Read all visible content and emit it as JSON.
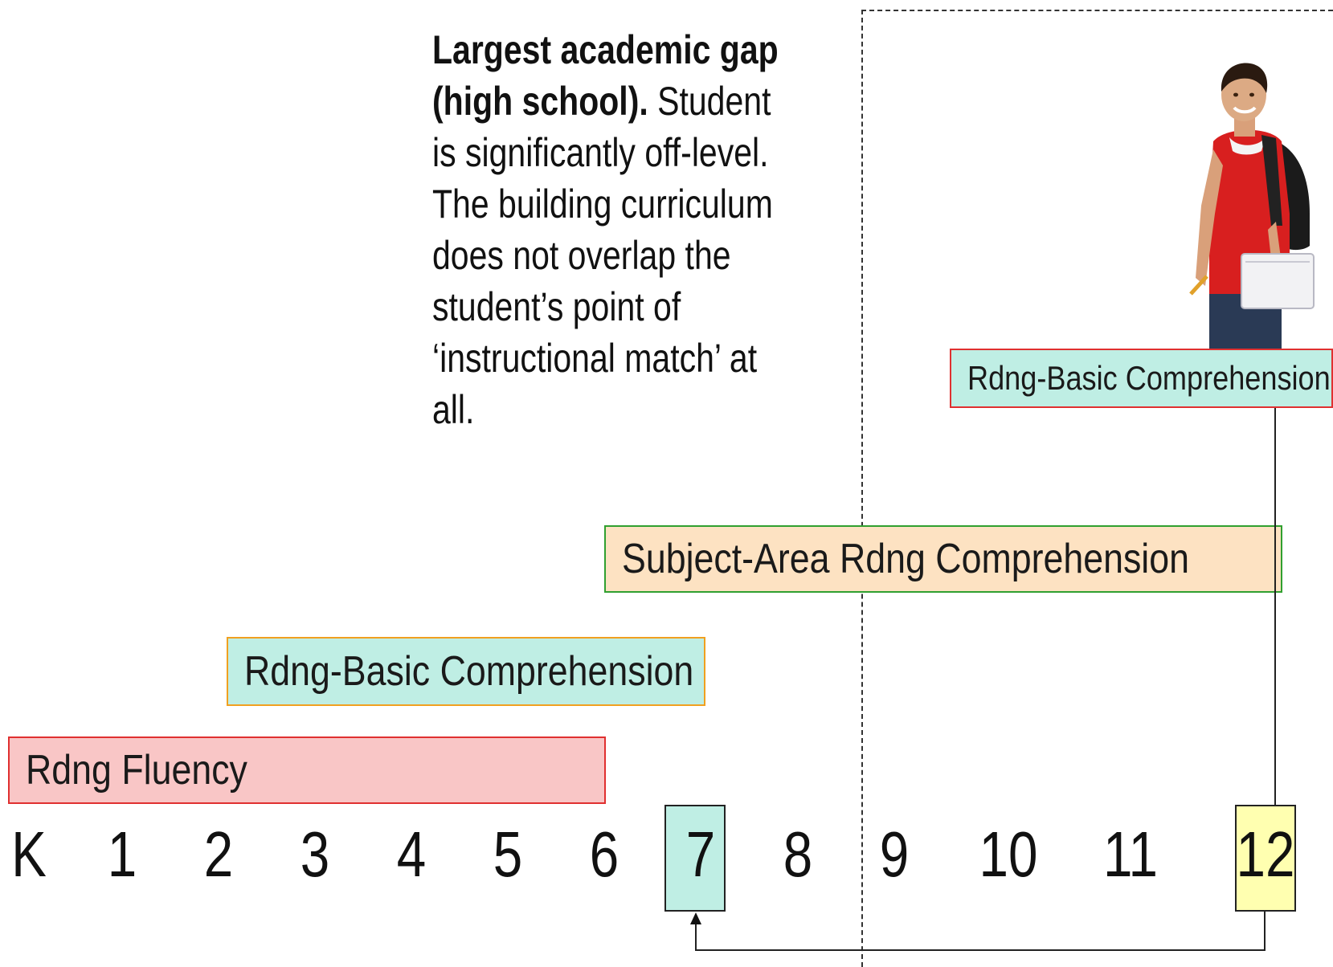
{
  "callout": {
    "bold": "Largest academic gap (high school).",
    "rest": " Student is significantly off-level. The building curriculum does not overlap the student’s point of ‘instructional match’ at all."
  },
  "bars": {
    "fluency": {
      "label": "Rdng Fluency",
      "fill": "#f9c6c6",
      "border": "#e03030"
    },
    "basic_elementary": {
      "label": "Rdng-Basic Comprehension",
      "fill": "#bfeee4",
      "border": "#f0a020"
    },
    "subject_area": {
      "label": "Subject-Area Rdng Comprehension",
      "fill": "#fde2c2",
      "border": "#30a030"
    },
    "basic_student": {
      "label": "Rdng-Basic Comprehension",
      "fill": "#bfeee4",
      "border": "#e03030"
    }
  },
  "grades": [
    "K",
    "1",
    "2",
    "3",
    "4",
    "5",
    "6",
    "7",
    "8",
    "9",
    "10",
    "11",
    "12"
  ],
  "highlights": {
    "instructional_grade": {
      "grade": "7",
      "fill": "#bfeee4"
    },
    "enrolled_grade": {
      "grade": "12",
      "fill": "#ffffb0"
    }
  },
  "student_image": "student-with-backpack-photo"
}
